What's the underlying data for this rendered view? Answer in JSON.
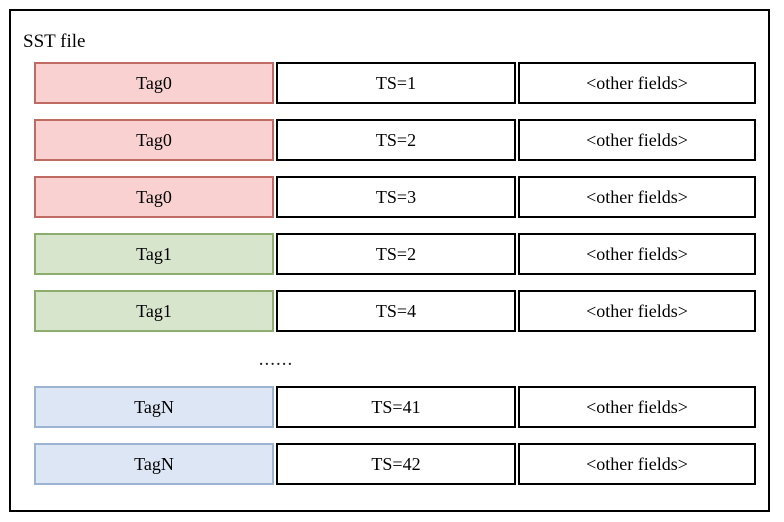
{
  "diagram": {
    "title": "SST file",
    "columns": [
      "tag",
      "timestamp",
      "other"
    ],
    "ellipsis": "......",
    "colors": {
      "tag0_fill": "#f8d1d0",
      "tag0_border": "#bf6a63",
      "tag1_fill": "#d8e5cd",
      "tag1_border": "#8cad6e",
      "tagN_fill": "#dce6f4",
      "tagN_border": "#9cb4d1",
      "outline": "#000000",
      "background": "#ffffff"
    },
    "rows": [
      {
        "tag": "Tag0",
        "ts": "TS=1",
        "other": "<other fields>",
        "color": "pink"
      },
      {
        "tag": "Tag0",
        "ts": "TS=2",
        "other": "<other fields>",
        "color": "pink"
      },
      {
        "tag": "Tag0",
        "ts": "TS=3",
        "other": "<other fields>",
        "color": "pink"
      },
      {
        "tag": "Tag1",
        "ts": "TS=2",
        "other": "<other fields>",
        "color": "green"
      },
      {
        "tag": "Tag1",
        "ts": "TS=4",
        "other": "<other fields>",
        "color": "green"
      },
      {
        "tag": "TagN",
        "ts": "TS=41",
        "other": "<other fields>",
        "color": "blue"
      },
      {
        "tag": "TagN",
        "ts": "TS=42",
        "other": "<other fields>",
        "color": "blue"
      }
    ]
  }
}
